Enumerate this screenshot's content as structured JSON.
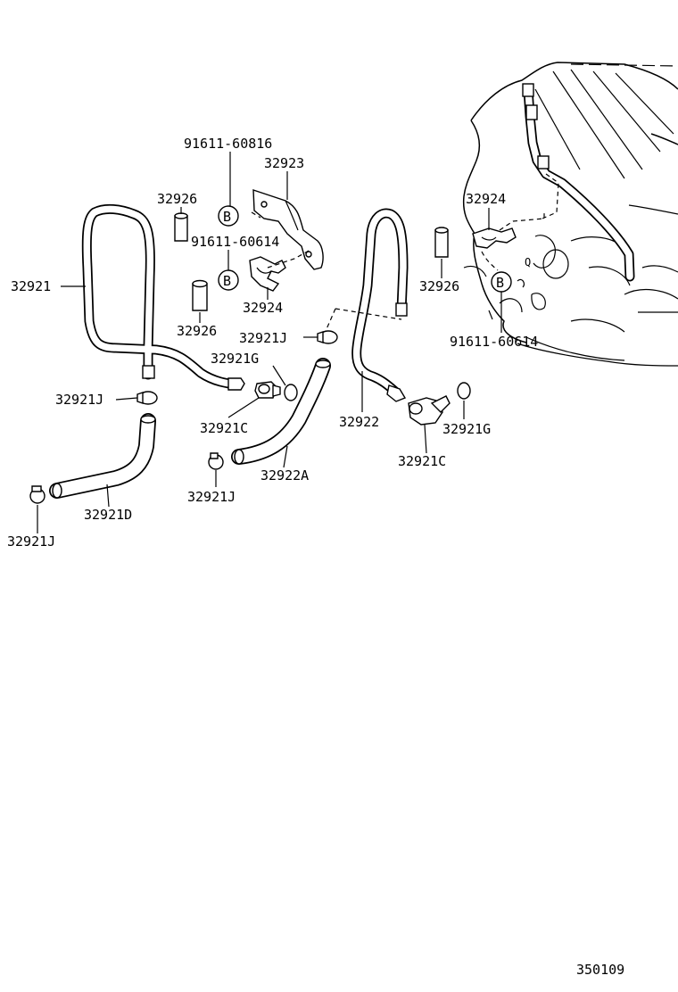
{
  "diagram": {
    "callouts": {
      "bolt_left_top": "91611-60816",
      "bracket": "32923",
      "sleeve_left_top": "32926",
      "bolt_left_mid": "91611-60614",
      "pipe_left": "32921",
      "clamp_bracket_left": "32924",
      "sleeve_left_bottom": "32926",
      "clamp_upper_mid": "32921J",
      "gasket_left": "32921G",
      "clamp_left": "32921J",
      "union_left": "32921C",
      "clamp_lower_mid": "32921J",
      "hose_mid": "32922A",
      "hose_left": "32921D",
      "clamp_far_left": "32921J",
      "clamp_bracket_right": "32924",
      "sleeve_right": "32926",
      "bolt_right": "91611-60614",
      "pipe_right": "32922",
      "gasket_right": "32921G",
      "union_right": "32921C"
    },
    "bolt_mark": "B",
    "figure_number": "350109"
  }
}
